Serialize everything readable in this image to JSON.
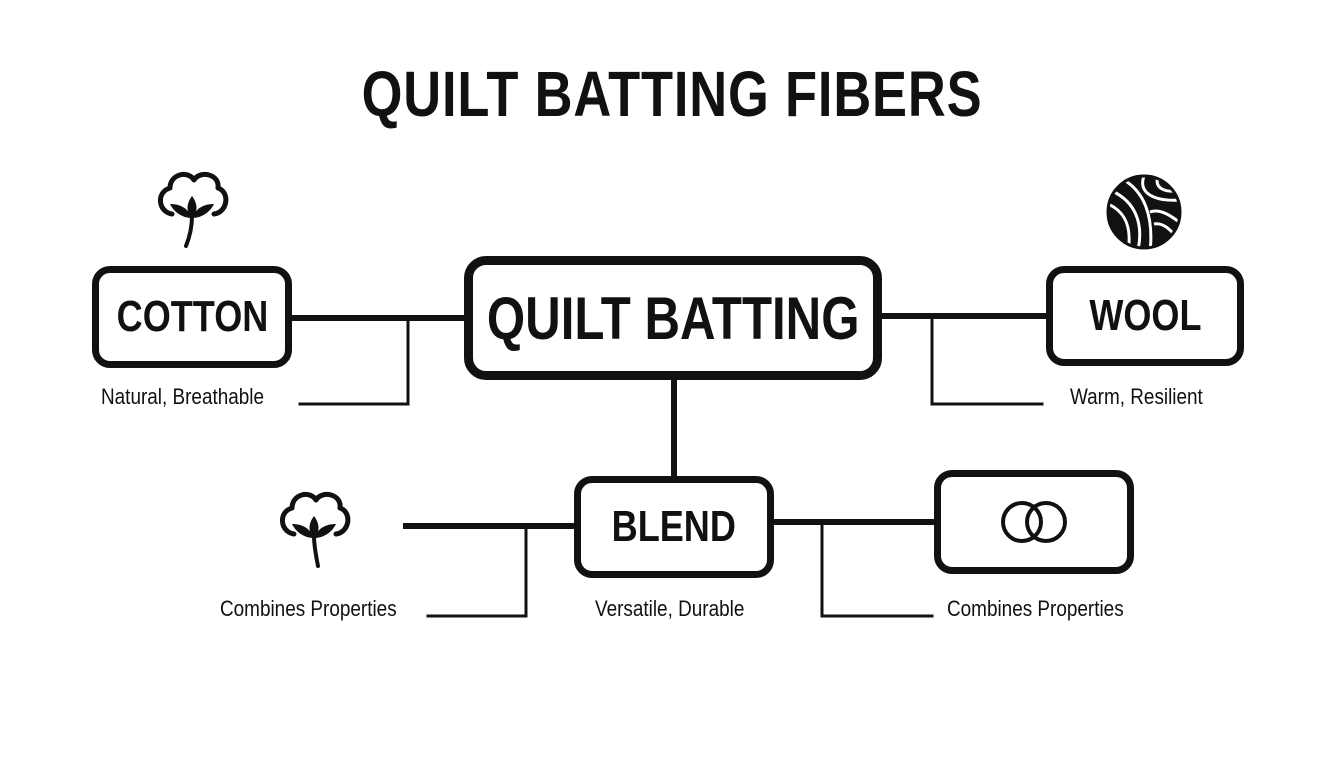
{
  "title": "QUILT BATTING FIBERS",
  "center": {
    "label": "QUILT BATTING"
  },
  "cotton": {
    "label": "COTTON",
    "description": "Natural, Breathable",
    "icon": "cotton-boll-icon"
  },
  "wool": {
    "label": "WOOL",
    "description": "Warm, Resilient",
    "icon": "yarn-ball-icon"
  },
  "blend": {
    "label": "BLEND",
    "description": "Versatile, Durable"
  },
  "blend_left": {
    "description": "Combines Properties",
    "icon": "cotton-boll-icon"
  },
  "blend_right": {
    "description": "Combines Properties",
    "icon": "interlocking-rings-icon"
  },
  "colors": {
    "stroke": "#111111",
    "background": "#ffffff"
  }
}
